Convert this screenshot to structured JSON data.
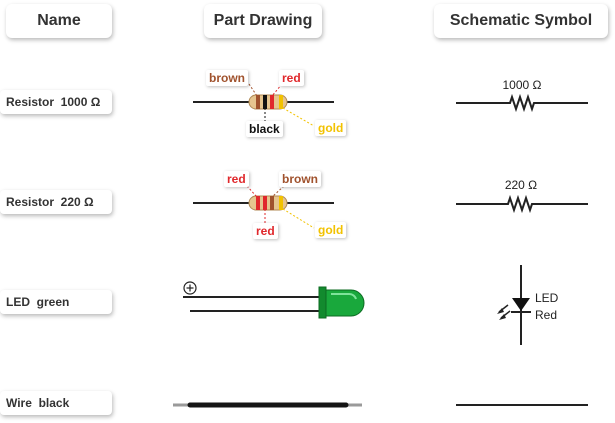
{
  "headers": {
    "name": "Name",
    "part_drawing": "Part Drawing",
    "schematic_symbol": "Schematic Symbol"
  },
  "rows": [
    {
      "name": "Resistor  1000 Ω",
      "band_labels": {
        "band1": "brown",
        "band2": "black",
        "band3": "red",
        "tolerance": "gold"
      },
      "symbol_label": "1000 Ω"
    },
    {
      "name": "Resistor  220 Ω",
      "band_labels": {
        "band1": "red",
        "band2": "red",
        "band3": "brown",
        "tolerance": "gold"
      },
      "symbol_label": "220 Ω"
    },
    {
      "name": "LED  green",
      "led_color": "#19a83c",
      "symbol_label_line1": "LED",
      "symbol_label_line2": "Red"
    },
    {
      "name": "Wire  black"
    }
  ],
  "colors": {
    "brown": "#a0522d",
    "red": "#e0282c",
    "black": "#111111",
    "gold": "#f2c200",
    "resistor_body": "#e6c58f",
    "led_green": "#19a83c"
  }
}
